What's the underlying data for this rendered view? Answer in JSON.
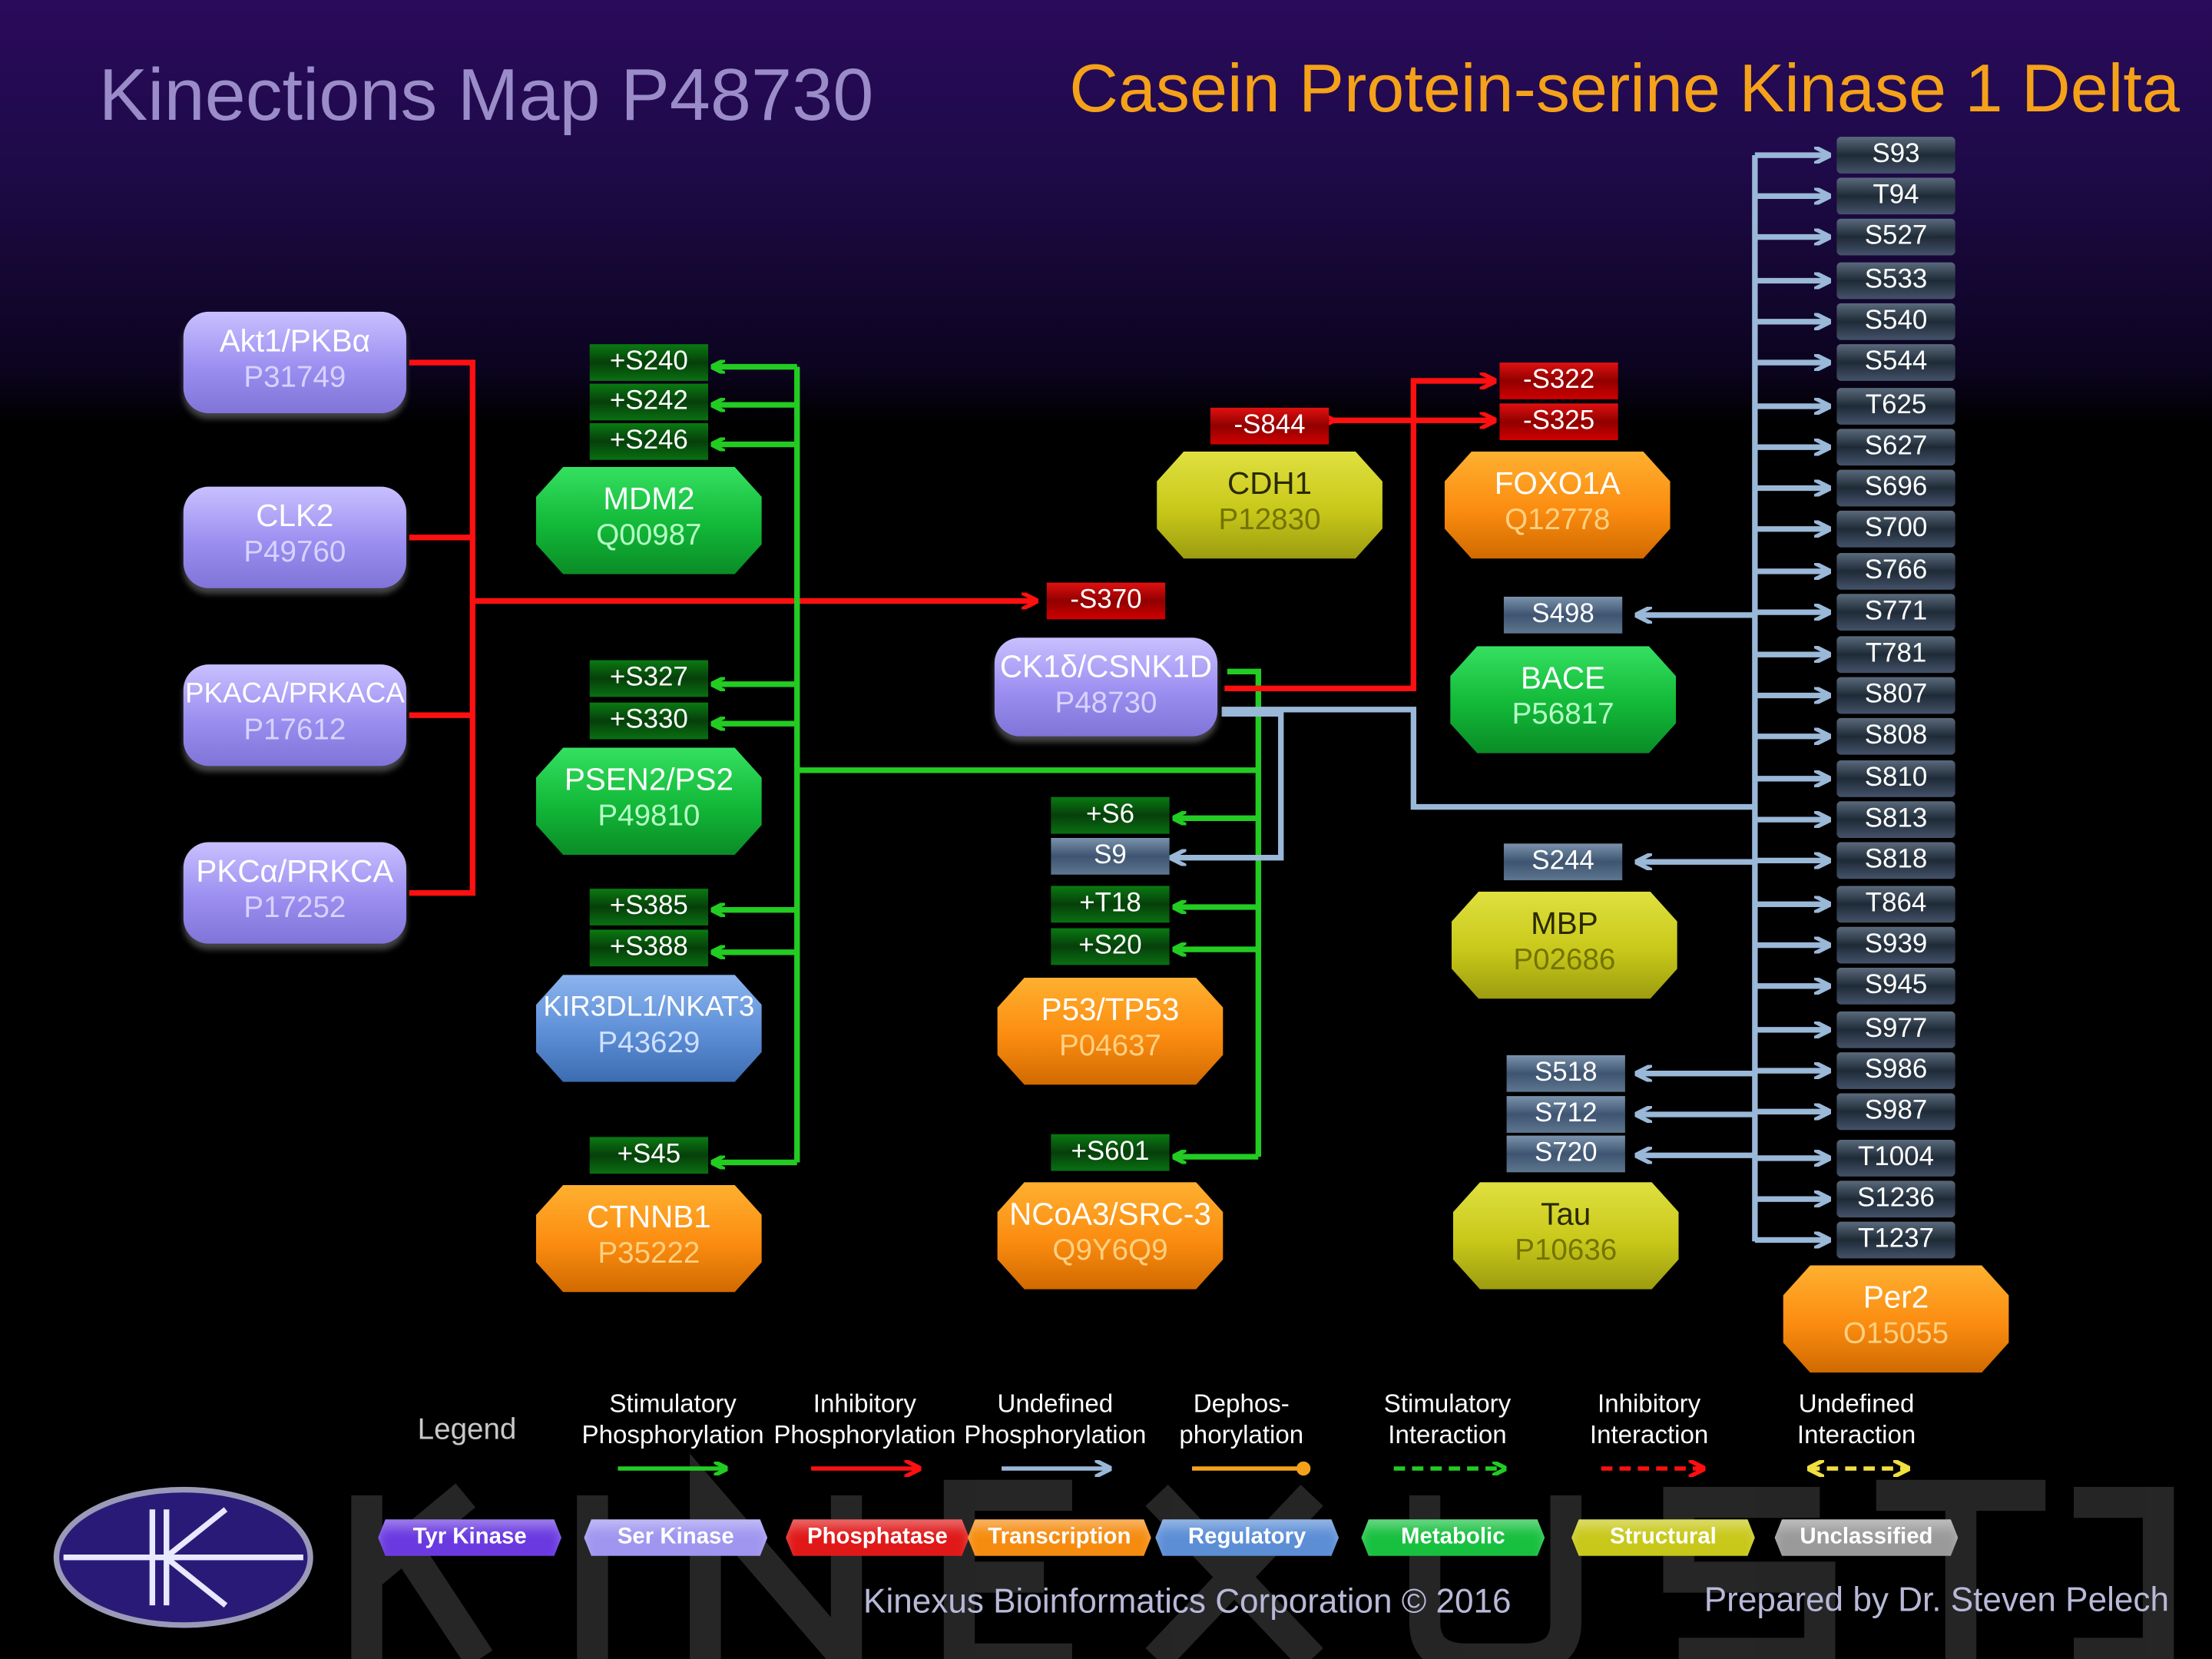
{
  "header": {
    "map_title": "Kinections Map P48730",
    "protein_title": "Casein Protein-serine Kinase 1 Delta"
  },
  "colors": {
    "stimulatory": "#22cc22",
    "inhibitory": "#ff1010",
    "undefined": "#9ab8d8",
    "dephos": "#f5a21a",
    "interaction_undefined": "#f0e040"
  },
  "proteins": {
    "akt1": {
      "name": "Akt1/PKBα",
      "acc": "P31749"
    },
    "clk2": {
      "name": "CLK2",
      "acc": "P49760"
    },
    "pkaca": {
      "name": "PKACA/PRKACA",
      "acc": "P17612"
    },
    "pkca": {
      "name": "PKCα/PRKCA",
      "acc": "P17252"
    },
    "mdm2": {
      "name": "MDM2",
      "acc": "Q00987"
    },
    "psen2": {
      "name": "PSEN2/PS2",
      "acc": "P49810"
    },
    "kir3dl1": {
      "name": "KIR3DL1/NKAT3",
      "acc": "P43629"
    },
    "ctnnb1": {
      "name": "CTNNB1",
      "acc": "P35222"
    },
    "csnk1d": {
      "name": "CK1δ/CSNK1D",
      "acc": "P48730"
    },
    "p53": {
      "name": "P53/TP53",
      "acc": "P04637"
    },
    "ncoa3": {
      "name": "NCoA3/SRC-3",
      "acc": "Q9Y6Q9"
    },
    "cdh1": {
      "name": "CDH1",
      "acc": "P12830"
    },
    "foxo1a": {
      "name": "FOXO1A",
      "acc": "Q12778"
    },
    "bace": {
      "name": "BACE",
      "acc": "P56817"
    },
    "mbp": {
      "name": "MBP",
      "acc": "P02686"
    },
    "tau": {
      "name": "Tau",
      "acc": "P10636"
    },
    "per2": {
      "name": "Per2",
      "acc": "O15055"
    }
  },
  "sites": {
    "mdm2": [
      "+S240",
      "+S242",
      "+S246"
    ],
    "psen2": [
      "+S327",
      "+S330"
    ],
    "kir3dl1": [
      "+S385",
      "+S388"
    ],
    "ctnnb1": [
      "+S45"
    ],
    "csnk1d": [
      "-S370"
    ],
    "p53": [
      "+S6",
      "S9",
      "+T18",
      "+S20"
    ],
    "ncoa3": [
      "+S601"
    ],
    "cdh1": [
      "-S844"
    ],
    "foxo1a": [
      "-S322",
      "-S325"
    ],
    "bace": [
      "S498"
    ],
    "mbp": [
      "S244"
    ],
    "tau": [
      "S518",
      "S712",
      "S720"
    ],
    "per2": [
      "S93",
      "T94",
      "S527",
      "S533",
      "S540",
      "S544",
      "T625",
      "S627",
      "S696",
      "S700",
      "S766",
      "S771",
      "T781",
      "S807",
      "S808",
      "S810",
      "S813",
      "S818",
      "T864",
      "S939",
      "S945",
      "S977",
      "S986",
      "S987",
      "T1004",
      "S1236",
      "T1237"
    ]
  },
  "legend": {
    "title": "Legend",
    "arrows": [
      {
        "l1": "Stimulatory",
        "l2": "Phosphorylation",
        "color": "#22cc22",
        "style": "solid"
      },
      {
        "l1": "Inhibitory",
        "l2": "Phosphorylation",
        "color": "#ff1010",
        "style": "solid"
      },
      {
        "l1": "Undefined",
        "l2": "Phosphorylation",
        "color": "#9ab8d8",
        "style": "solid"
      },
      {
        "l1": "Dephos-",
        "l2": "phorylation",
        "color": "#f5a21a",
        "style": "dot"
      },
      {
        "l1": "Stimulatory",
        "l2": "Interaction",
        "color": "#22cc22",
        "style": "dashed"
      },
      {
        "l1": "Inhibitory",
        "l2": "Interaction",
        "color": "#ff1010",
        "style": "dashed"
      },
      {
        "l1": "Undefined",
        "l2": "Interaction",
        "color": "#f0e040",
        "style": "dashed-both"
      }
    ],
    "categories": [
      {
        "label": "Tyr Kinase",
        "color": "#6a3ae0"
      },
      {
        "label": "Ser Kinase",
        "color": "#a096f0"
      },
      {
        "label": "Phosphatase",
        "color": "#e01818"
      },
      {
        "label": "Transcription",
        "color": "#f58c10"
      },
      {
        "label": "Regulatory",
        "color": "#5c8ed6"
      },
      {
        "label": "Metabolic",
        "color": "#18c040"
      },
      {
        "label": "Structural",
        "color": "#c8c81a"
      },
      {
        "label": "Unclassified",
        "color": "#9a9a9a"
      }
    ]
  },
  "footer": {
    "copyright": "Kinexus Bioinformatics Corporation © 2016",
    "author": "Prepared by Dr. Steven Pelech"
  }
}
